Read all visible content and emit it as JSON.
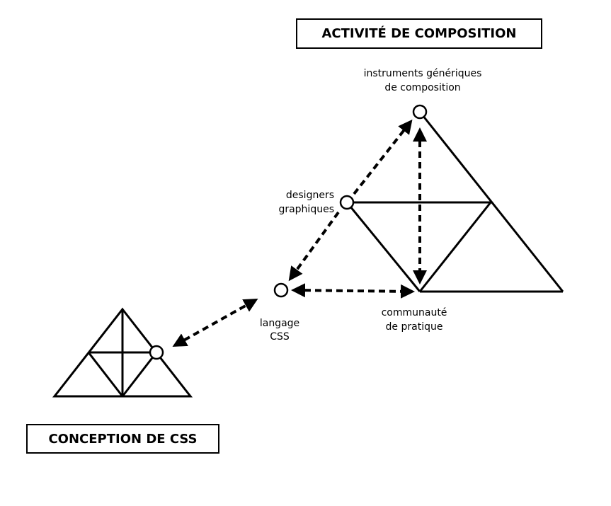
{
  "titles": {
    "composition": "ACTIVITÉ DE COMPOSITION",
    "conception": "CONCEPTION DE CSS"
  },
  "nodes": {
    "instruments": [
      "instruments génériques",
      "de composition"
    ],
    "designers": [
      "designers",
      "graphiques"
    ],
    "langage": [
      "langage",
      "CSS"
    ],
    "communaute": [
      "communauté",
      "de pratique"
    ]
  },
  "colors": {
    "stroke": "#000000",
    "background": "#ffffff"
  }
}
